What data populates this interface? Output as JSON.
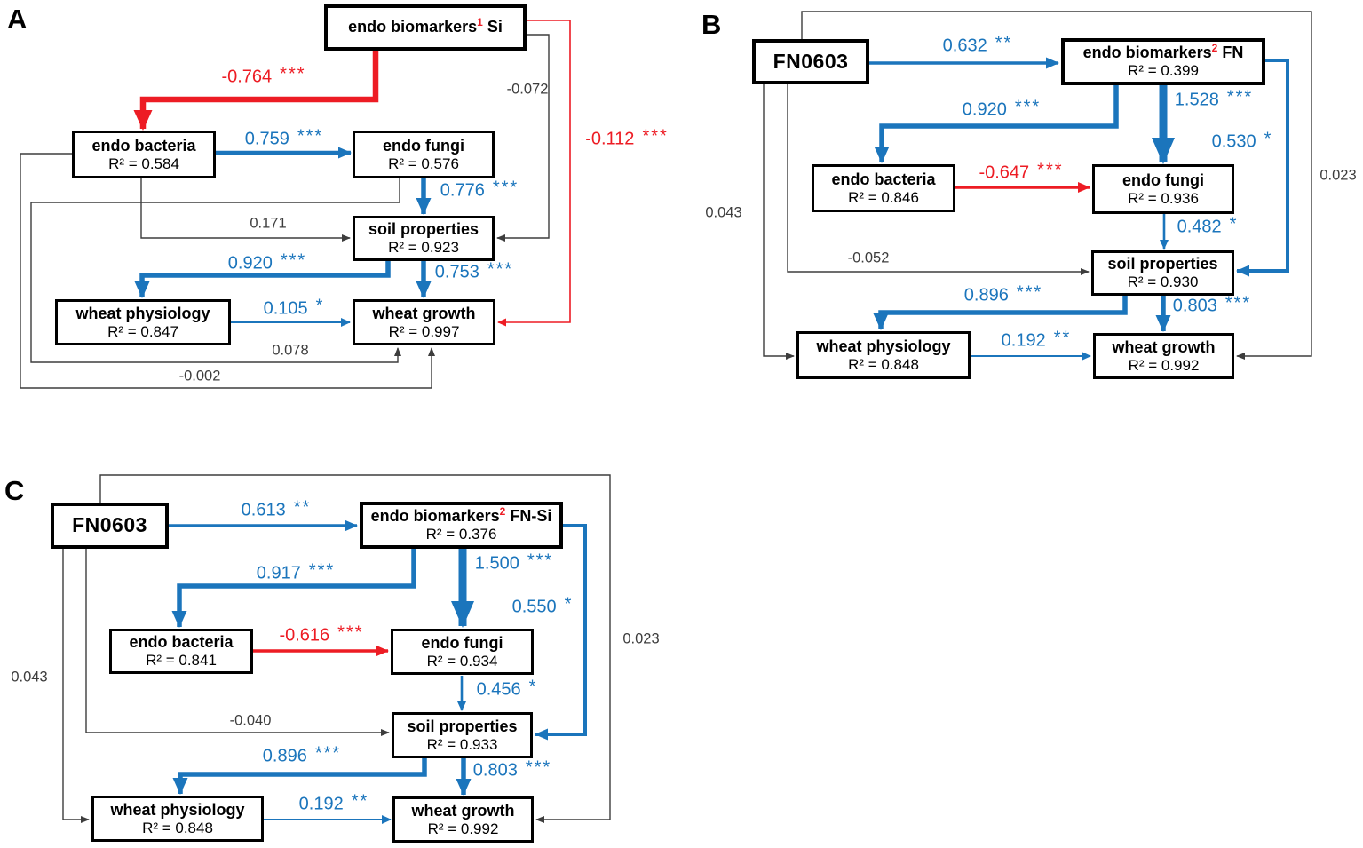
{
  "colors": {
    "positive_path": "#1b75bc",
    "negative_path": "#ed1c24",
    "neutral_path": "#3d3d3d",
    "box_border": "#000000",
    "superscript": "#ed1c24"
  },
  "panels": {
    "A": {
      "letter": "A",
      "nodes": {
        "bm": {
          "t": "endo biomarkers",
          "sup": "1",
          "sfx": " Si"
        },
        "bact": {
          "t": "endo bacteria",
          "r2": "R² = 0.584"
        },
        "fungi": {
          "t": "endo fungi",
          "r2": "R² = 0.576"
        },
        "soil": {
          "t": "soil properties",
          "r2": "R² = 0.923"
        },
        "phys": {
          "t": "wheat physiology",
          "r2": "R² = 0.847"
        },
        "growth": {
          "t": "wheat growth",
          "r2": "R² = 0.997"
        }
      },
      "edges": {
        "bm_bact": {
          "v": "-0.764",
          "s": "***"
        },
        "bact_fungi": {
          "v": "0.759",
          "s": "***"
        },
        "fungi_soil": {
          "v": "0.776",
          "s": "***"
        },
        "bm_soil": {
          "v": "-0.072",
          "s": ""
        },
        "bm_growth": {
          "v": "-0.112",
          "s": "***"
        },
        "bact_soil": {
          "v": "0.171",
          "s": ""
        },
        "soil_phys": {
          "v": "0.920",
          "s": "***"
        },
        "soil_growth": {
          "v": "0.753",
          "s": "***"
        },
        "phys_growth": {
          "v": "0.105",
          "s": "*"
        },
        "fungi_growth": {
          "v": "0.078",
          "s": ""
        },
        "bact_growth": {
          "v": "-0.002",
          "s": ""
        }
      }
    },
    "B": {
      "letter": "B",
      "nodes": {
        "fn": {
          "t": "FN0603"
        },
        "bm": {
          "t": "endo biomarkers",
          "sup": "2",
          "sfx": " FN",
          "r2": "R² = 0.399"
        },
        "bact": {
          "t": "endo bacteria",
          "r2": "R² = 0.846"
        },
        "fungi": {
          "t": "endo fungi",
          "r2": "R² = 0.936"
        },
        "soil": {
          "t": "soil properties",
          "r2": "R² = 0.930"
        },
        "phys": {
          "t": "wheat physiology",
          "r2": "R² = 0.848"
        },
        "growth": {
          "t": "wheat growth",
          "r2": "R² = 0.992"
        }
      },
      "edges": {
        "fn_bm": {
          "v": "0.632",
          "s": "**"
        },
        "bm_bact": {
          "v": "0.920",
          "s": "***"
        },
        "bm_fungi": {
          "v": "1.528",
          "s": "***"
        },
        "bm_soil": {
          "v": "0.530",
          "s": "*"
        },
        "bact_fungi": {
          "v": "-0.647",
          "s": "***"
        },
        "fungi_soil": {
          "v": "0.482",
          "s": "*"
        },
        "fn_soil": {
          "v": "-0.052",
          "s": ""
        },
        "fn_phys": {
          "v": "0.043",
          "s": ""
        },
        "soil_phys": {
          "v": "0.896",
          "s": "***"
        },
        "soil_growth": {
          "v": "0.803",
          "s": "***"
        },
        "phys_growth": {
          "v": "0.192",
          "s": "**"
        },
        "fn_growth": {
          "v": "0.023",
          "s": ""
        }
      }
    },
    "C": {
      "letter": "C",
      "nodes": {
        "fn": {
          "t": "FN0603"
        },
        "bm": {
          "t": "endo biomarkers",
          "sup": "2",
          "sfx": " FN-Si",
          "r2": "R² = 0.376"
        },
        "bact": {
          "t": "endo bacteria",
          "r2": "R² = 0.841"
        },
        "fungi": {
          "t": "endo fungi",
          "r2": "R² = 0.934"
        },
        "soil": {
          "t": "soil properties",
          "r2": "R² = 0.933"
        },
        "phys": {
          "t": "wheat physiology",
          "r2": "R² = 0.848"
        },
        "growth": {
          "t": "wheat growth",
          "r2": "R² = 0.992"
        }
      },
      "edges": {
        "fn_bm": {
          "v": "0.613",
          "s": "**"
        },
        "bm_bact": {
          "v": "0.917",
          "s": "***"
        },
        "bm_fungi": {
          "v": "1.500",
          "s": "***"
        },
        "bm_soil": {
          "v": "0.550",
          "s": "*"
        },
        "bact_fungi": {
          "v": "-0.616",
          "s": "***"
        },
        "fungi_soil": {
          "v": "0.456",
          "s": "*"
        },
        "fn_soil": {
          "v": "-0.040",
          "s": ""
        },
        "fn_phys": {
          "v": "0.043",
          "s": ""
        },
        "soil_phys": {
          "v": "0.896",
          "s": "***"
        },
        "soil_growth": {
          "v": "0.803",
          "s": "***"
        },
        "phys_growth": {
          "v": "0.192",
          "s": "**"
        },
        "fn_growth": {
          "v": "0.023",
          "s": ""
        }
      }
    }
  }
}
